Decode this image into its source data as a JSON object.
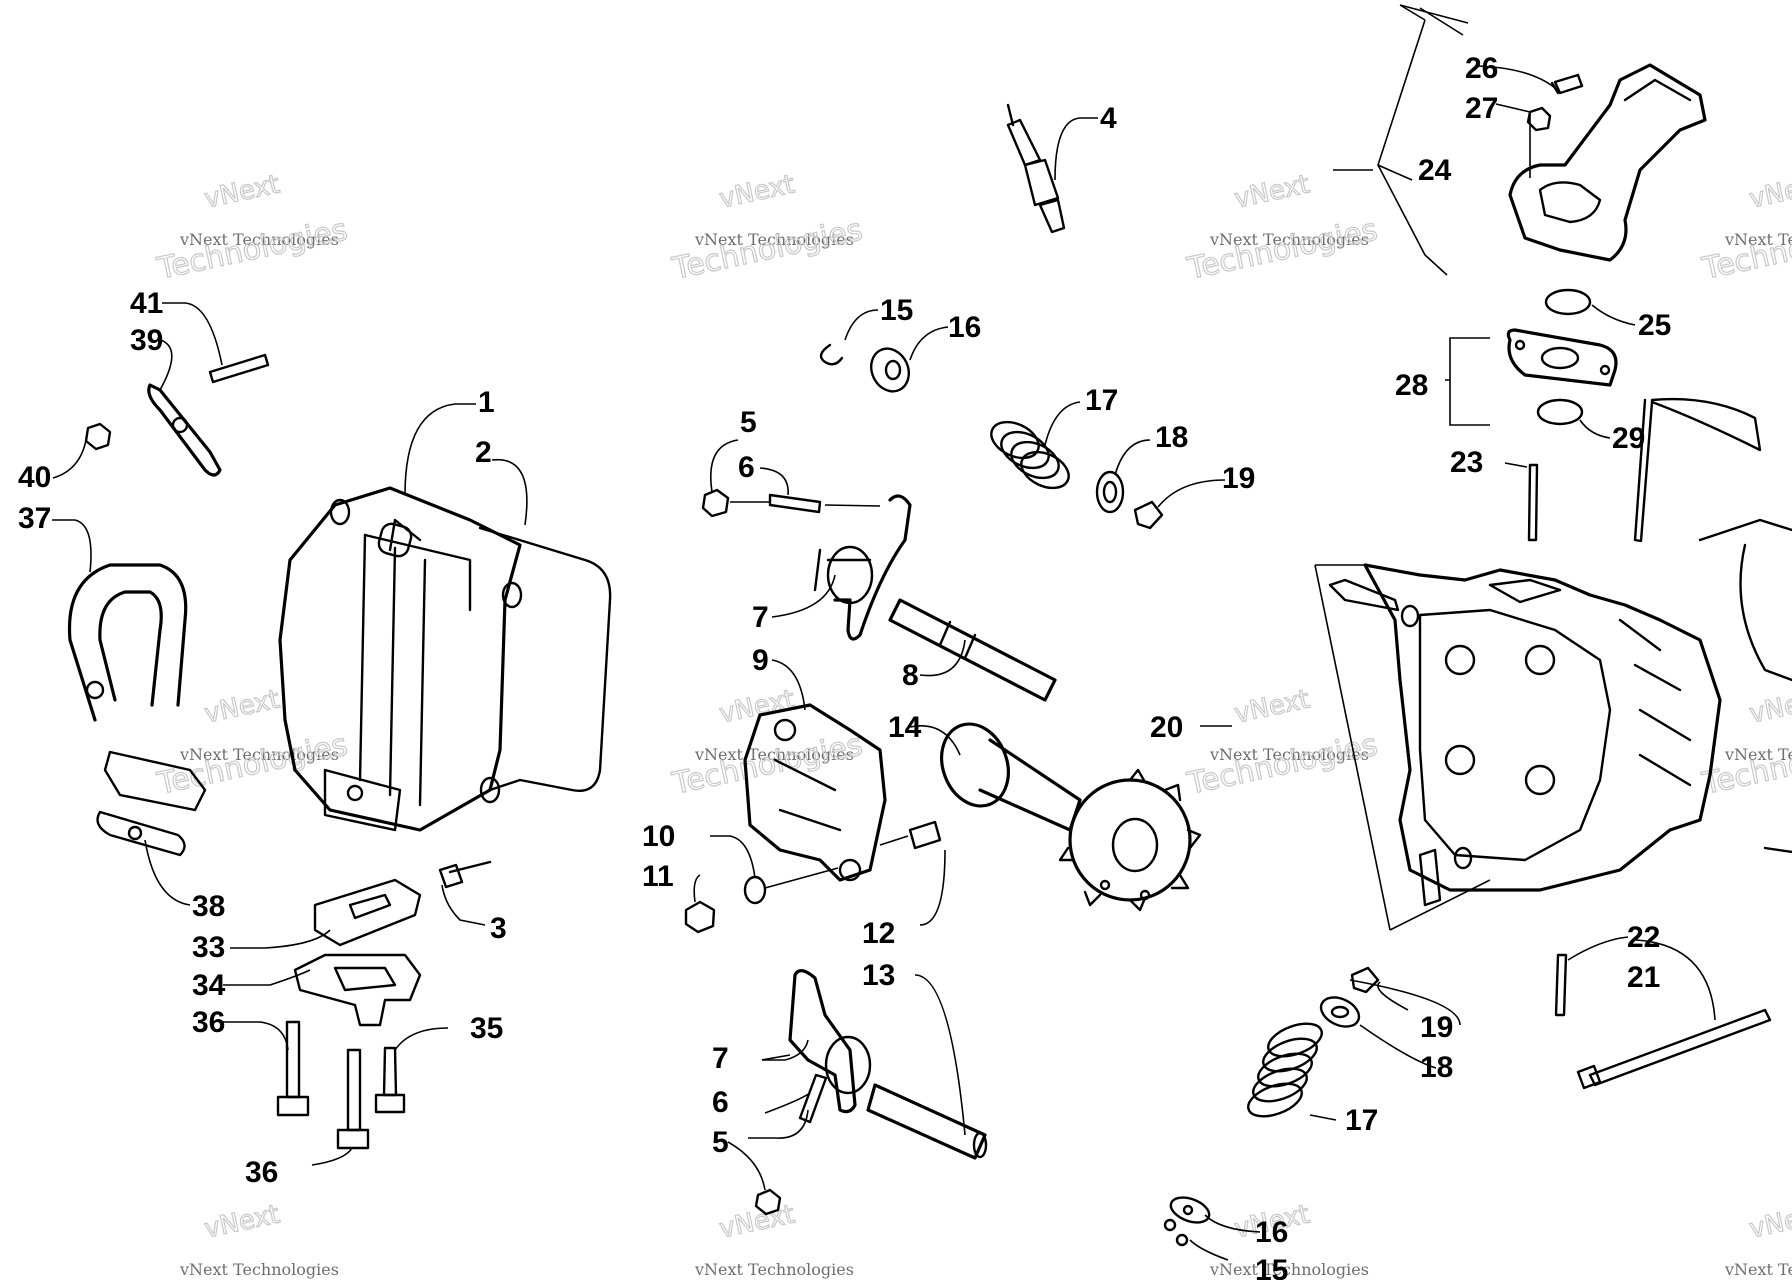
{
  "watermark": {
    "name": "vNext Technologies",
    "big": "Technologies",
    "small": "vNext"
  },
  "callouts": [
    {
      "id": "c1",
      "text": "1"
    },
    {
      "id": "c2",
      "text": "2"
    },
    {
      "id": "c3",
      "text": "3"
    },
    {
      "id": "c4",
      "text": "4"
    },
    {
      "id": "c5a",
      "text": "5"
    },
    {
      "id": "c5b",
      "text": "5"
    },
    {
      "id": "c6a",
      "text": "6"
    },
    {
      "id": "c6b",
      "text": "6"
    },
    {
      "id": "c7a",
      "text": "7"
    },
    {
      "id": "c7b",
      "text": "7"
    },
    {
      "id": "c8",
      "text": "8"
    },
    {
      "id": "c9",
      "text": "9"
    },
    {
      "id": "c10",
      "text": "10"
    },
    {
      "id": "c11",
      "text": "11"
    },
    {
      "id": "c12",
      "text": "12"
    },
    {
      "id": "c13",
      "text": "13"
    },
    {
      "id": "c14",
      "text": "14"
    },
    {
      "id": "c15a",
      "text": "15"
    },
    {
      "id": "c15b",
      "text": "15"
    },
    {
      "id": "c16a",
      "text": "16"
    },
    {
      "id": "c16b",
      "text": "16"
    },
    {
      "id": "c17a",
      "text": "17"
    },
    {
      "id": "c17b",
      "text": "17"
    },
    {
      "id": "c18a",
      "text": "18"
    },
    {
      "id": "c18b",
      "text": "18"
    },
    {
      "id": "c19a",
      "text": "19"
    },
    {
      "id": "c19b",
      "text": "19"
    },
    {
      "id": "c20",
      "text": "20"
    },
    {
      "id": "c21",
      "text": "21"
    },
    {
      "id": "c22",
      "text": "22"
    },
    {
      "id": "c23",
      "text": "23"
    },
    {
      "id": "c24",
      "text": "24"
    },
    {
      "id": "c25",
      "text": "25"
    },
    {
      "id": "c26",
      "text": "26"
    },
    {
      "id": "c27",
      "text": "27"
    },
    {
      "id": "c28",
      "text": "28"
    },
    {
      "id": "c29",
      "text": "29"
    },
    {
      "id": "c33",
      "text": "33"
    },
    {
      "id": "c34",
      "text": "34"
    },
    {
      "id": "c35",
      "text": "35"
    },
    {
      "id": "c36a",
      "text": "36"
    },
    {
      "id": "c36b",
      "text": "36"
    },
    {
      "id": "c37",
      "text": "37"
    },
    {
      "id": "c38",
      "text": "38"
    },
    {
      "id": "c39",
      "text": "39"
    },
    {
      "id": "c40",
      "text": "40"
    },
    {
      "id": "c41",
      "text": "41"
    }
  ]
}
